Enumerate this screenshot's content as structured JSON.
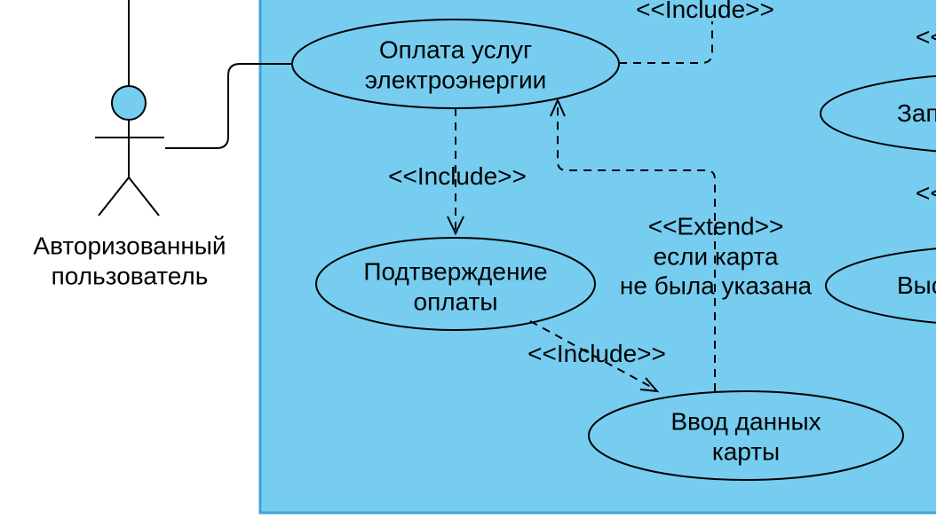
{
  "colors": {
    "region_fill": "#76CDF0",
    "region_border": "#3FA3D6",
    "shape_fill": "#76CDF0",
    "stroke": "#000000"
  },
  "actor": {
    "label": "Авторизованный\nпользователь"
  },
  "use_cases": {
    "pay": {
      "label": "Оплата услуг\nэлектроэнергии"
    },
    "confirm": {
      "label": "Подтверждение\nоплаты"
    },
    "card": {
      "label": "Ввод данных карты"
    },
    "partial_top": {
      "label": "Зап"
    },
    "partial_right": {
      "label": "Выс"
    }
  },
  "relations": {
    "include_top": {
      "label": "<<Include>>"
    },
    "include_pay_confirm": {
      "label": "<<Include>>"
    },
    "include_confirm_card": {
      "label": "<<Include>>"
    },
    "extend_card_pay": {
      "label": "<<Extend>>\nесли карта\nне была указана"
    },
    "partial_label_top": {
      "label": "<<"
    },
    "partial_label_mid": {
      "label": "<<"
    }
  }
}
